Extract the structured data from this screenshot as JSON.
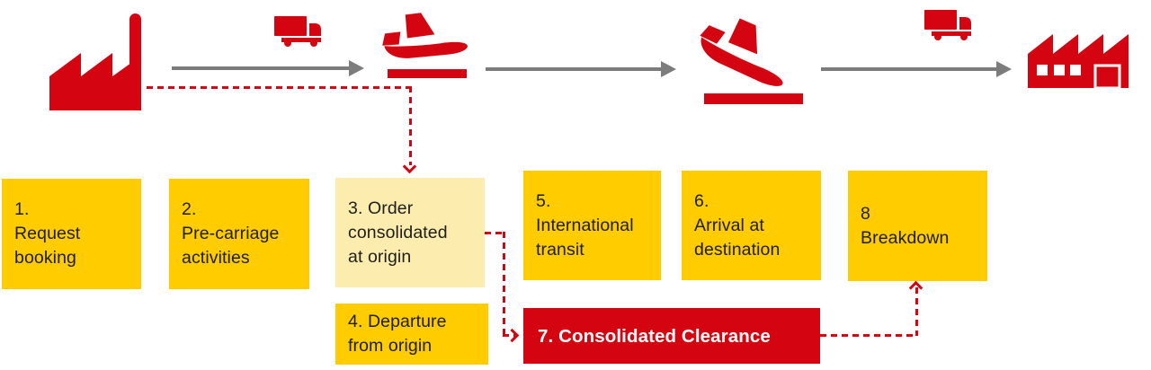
{
  "colors": {
    "brand_yellow": "#FFCC00",
    "pale_yellow": "#FCEDAE",
    "brand_red": "#D40511",
    "arrow_gray": "#7C7C7C",
    "text_black": "#1D1D1B",
    "white": "#FFFFFF"
  },
  "flow_icons": [
    {
      "name": "factory-origin-icon"
    },
    {
      "name": "truck-icon"
    },
    {
      "name": "plane-takeoff-icon"
    },
    {
      "name": "plane-landing-icon"
    },
    {
      "name": "truck-icon"
    },
    {
      "name": "warehouse-destination-icon"
    }
  ],
  "steps": [
    {
      "id": "step-1",
      "variant": "yellow",
      "lines": [
        "1.",
        "Request",
        "booking"
      ]
    },
    {
      "id": "step-2",
      "variant": "yellow",
      "lines": [
        "2.",
        "Pre-carriage",
        "activities"
      ]
    },
    {
      "id": "step-3",
      "variant": "cream",
      "lines": [
        "3. Order",
        "consolidated",
        "at origin"
      ]
    },
    {
      "id": "step-4",
      "variant": "yellow",
      "lines": [
        "4. Departure",
        "from origin"
      ]
    },
    {
      "id": "step-5",
      "variant": "yellow",
      "lines": [
        "5.",
        "International",
        "transit"
      ]
    },
    {
      "id": "step-6",
      "variant": "yellow",
      "lines": [
        "6.",
        "Arrival at",
        "destination"
      ]
    },
    {
      "id": "step-7",
      "variant": "red",
      "lines": [
        "7. Consolidated Clearance"
      ]
    },
    {
      "id": "step-8",
      "variant": "yellow",
      "lines": [
        "8",
        "Breakdown"
      ]
    }
  ],
  "connectors": [
    {
      "from": "factory-origin",
      "to": "step-3",
      "style": "dashed-red"
    },
    {
      "from": "step-3",
      "to": "step-7",
      "style": "dashed-red"
    },
    {
      "from": "step-7",
      "to": "step-8",
      "style": "dashed-red"
    }
  ]
}
